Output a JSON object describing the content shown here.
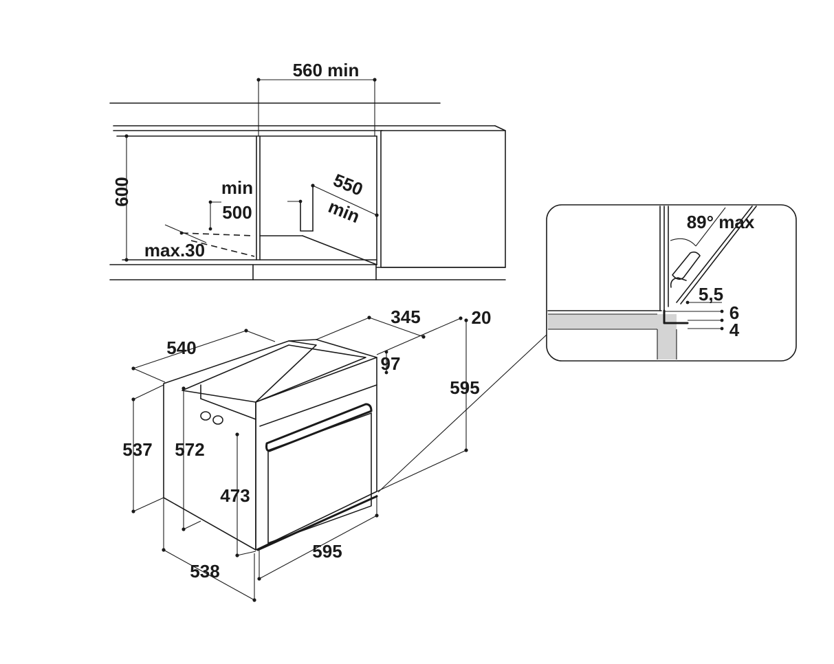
{
  "cabinet_dims": {
    "width_min": "560 min",
    "height": "600",
    "depth_label_1": "550",
    "depth_label_2": "min",
    "opening_label_1": "min",
    "opening_label_2": "500",
    "max_label": "max.30"
  },
  "oven_dims": {
    "depth_total": "540",
    "top_depth": "345",
    "top_offset": "20",
    "panel": "97",
    "height_total": "595",
    "side_height": "537",
    "body_height": "572",
    "door_height": "473",
    "width": "595",
    "body_depth": "538"
  },
  "detail": {
    "angle_label": "89° max",
    "gap_1": "5,5",
    "gap_2": "6",
    "gap_3": "4"
  },
  "colors": {
    "line": "#1a1a1a",
    "shade": "#d4d4d4",
    "background": "#ffffff"
  }
}
